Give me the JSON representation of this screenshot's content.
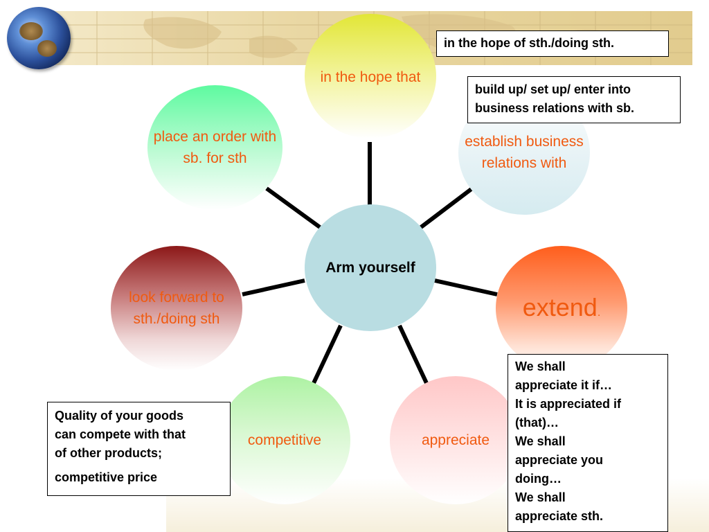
{
  "center": {
    "label": "Arm yourself"
  },
  "bubbles": {
    "hope": {
      "label": "in the hope that"
    },
    "order": {
      "line1": "place an order with",
      "line2": "sb. for sth"
    },
    "establish": {
      "line1": "establish business",
      "line2": "relations with"
    },
    "look": {
      "line1": "look forward to",
      "line2": "sth./doing sth"
    },
    "extend": {
      "label": "extend",
      "suffix": "."
    },
    "competitive": {
      "label": "competitive"
    },
    "appreciate": {
      "label": "appreciate"
    }
  },
  "notes": {
    "hope": "in the hope of sth./doing sth.",
    "build": {
      "line1": "build up/ set up/ enter into",
      "line2": "business relations with sb."
    },
    "quality": {
      "line1": "Quality of your goods",
      "line2": "can compete with that",
      "line3": "of other products;",
      "line4": "competitive price"
    },
    "appreciate": {
      "line1": "We shall",
      "line2": "appreciate it if…",
      "line3": "It is appreciated if",
      "line4": "(that)…",
      "line5": "We shall",
      "line6": "appreciate you",
      "line7": "doing…",
      "line8": "We shall",
      "line9": "appreciate sth."
    }
  },
  "colors": {
    "bubble_text": "#f05a10",
    "center_fill": "#b9dde2",
    "connector": "#000000",
    "banner": "#e6d39c"
  },
  "icons": {
    "globe": "globe-icon",
    "banner": "world-map-banner"
  }
}
